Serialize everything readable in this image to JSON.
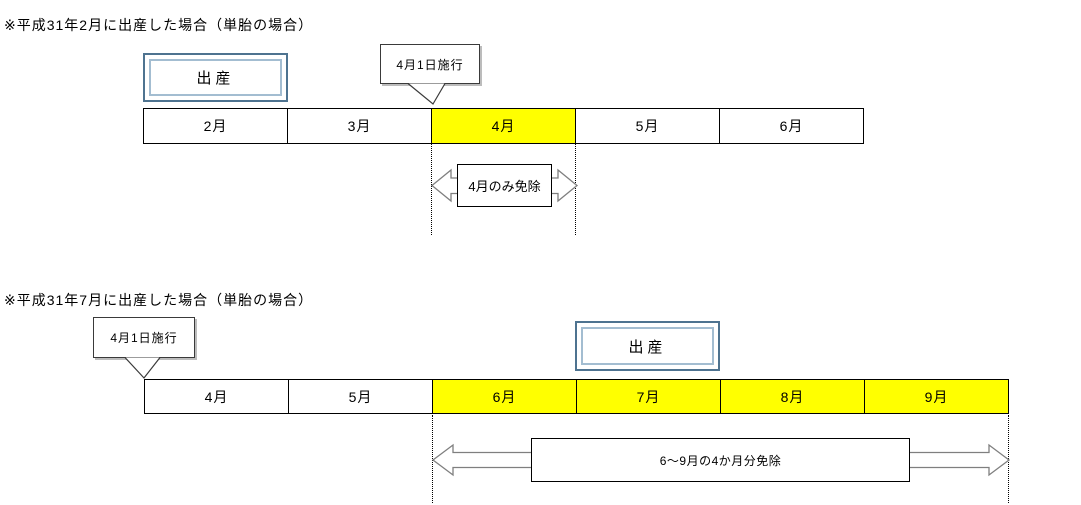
{
  "colors": {
    "highlight": "#ffff00",
    "birth_box_outer": "#4e7390",
    "birth_box_inner": "#a3bdd1",
    "arrow_outline": "#7f7f7f",
    "shadow": "#bcbcbc"
  },
  "sections": [
    {
      "heading": "※平成31年2月に出産した場合（単胎の場合）",
      "birth_label": "出産",
      "callout_label": "4月1日施行",
      "months": [
        {
          "label": "2月",
          "highlighted": false
        },
        {
          "label": "3月",
          "highlighted": false
        },
        {
          "label": "4月",
          "highlighted": true
        },
        {
          "label": "5月",
          "highlighted": false
        },
        {
          "label": "6月",
          "highlighted": false
        }
      ],
      "exemption_label": "4月のみ免除"
    },
    {
      "heading": "※平成31年7月に出産した場合（単胎の場合）",
      "birth_label": "出産",
      "callout_label": "4月1日施行",
      "months": [
        {
          "label": "4月",
          "highlighted": false
        },
        {
          "label": "5月",
          "highlighted": false
        },
        {
          "label": "6月",
          "highlighted": true
        },
        {
          "label": "7月",
          "highlighted": true
        },
        {
          "label": "8月",
          "highlighted": true
        },
        {
          "label": "9月",
          "highlighted": true
        }
      ],
      "exemption_label": "6～9月の4か月分免除"
    }
  ]
}
